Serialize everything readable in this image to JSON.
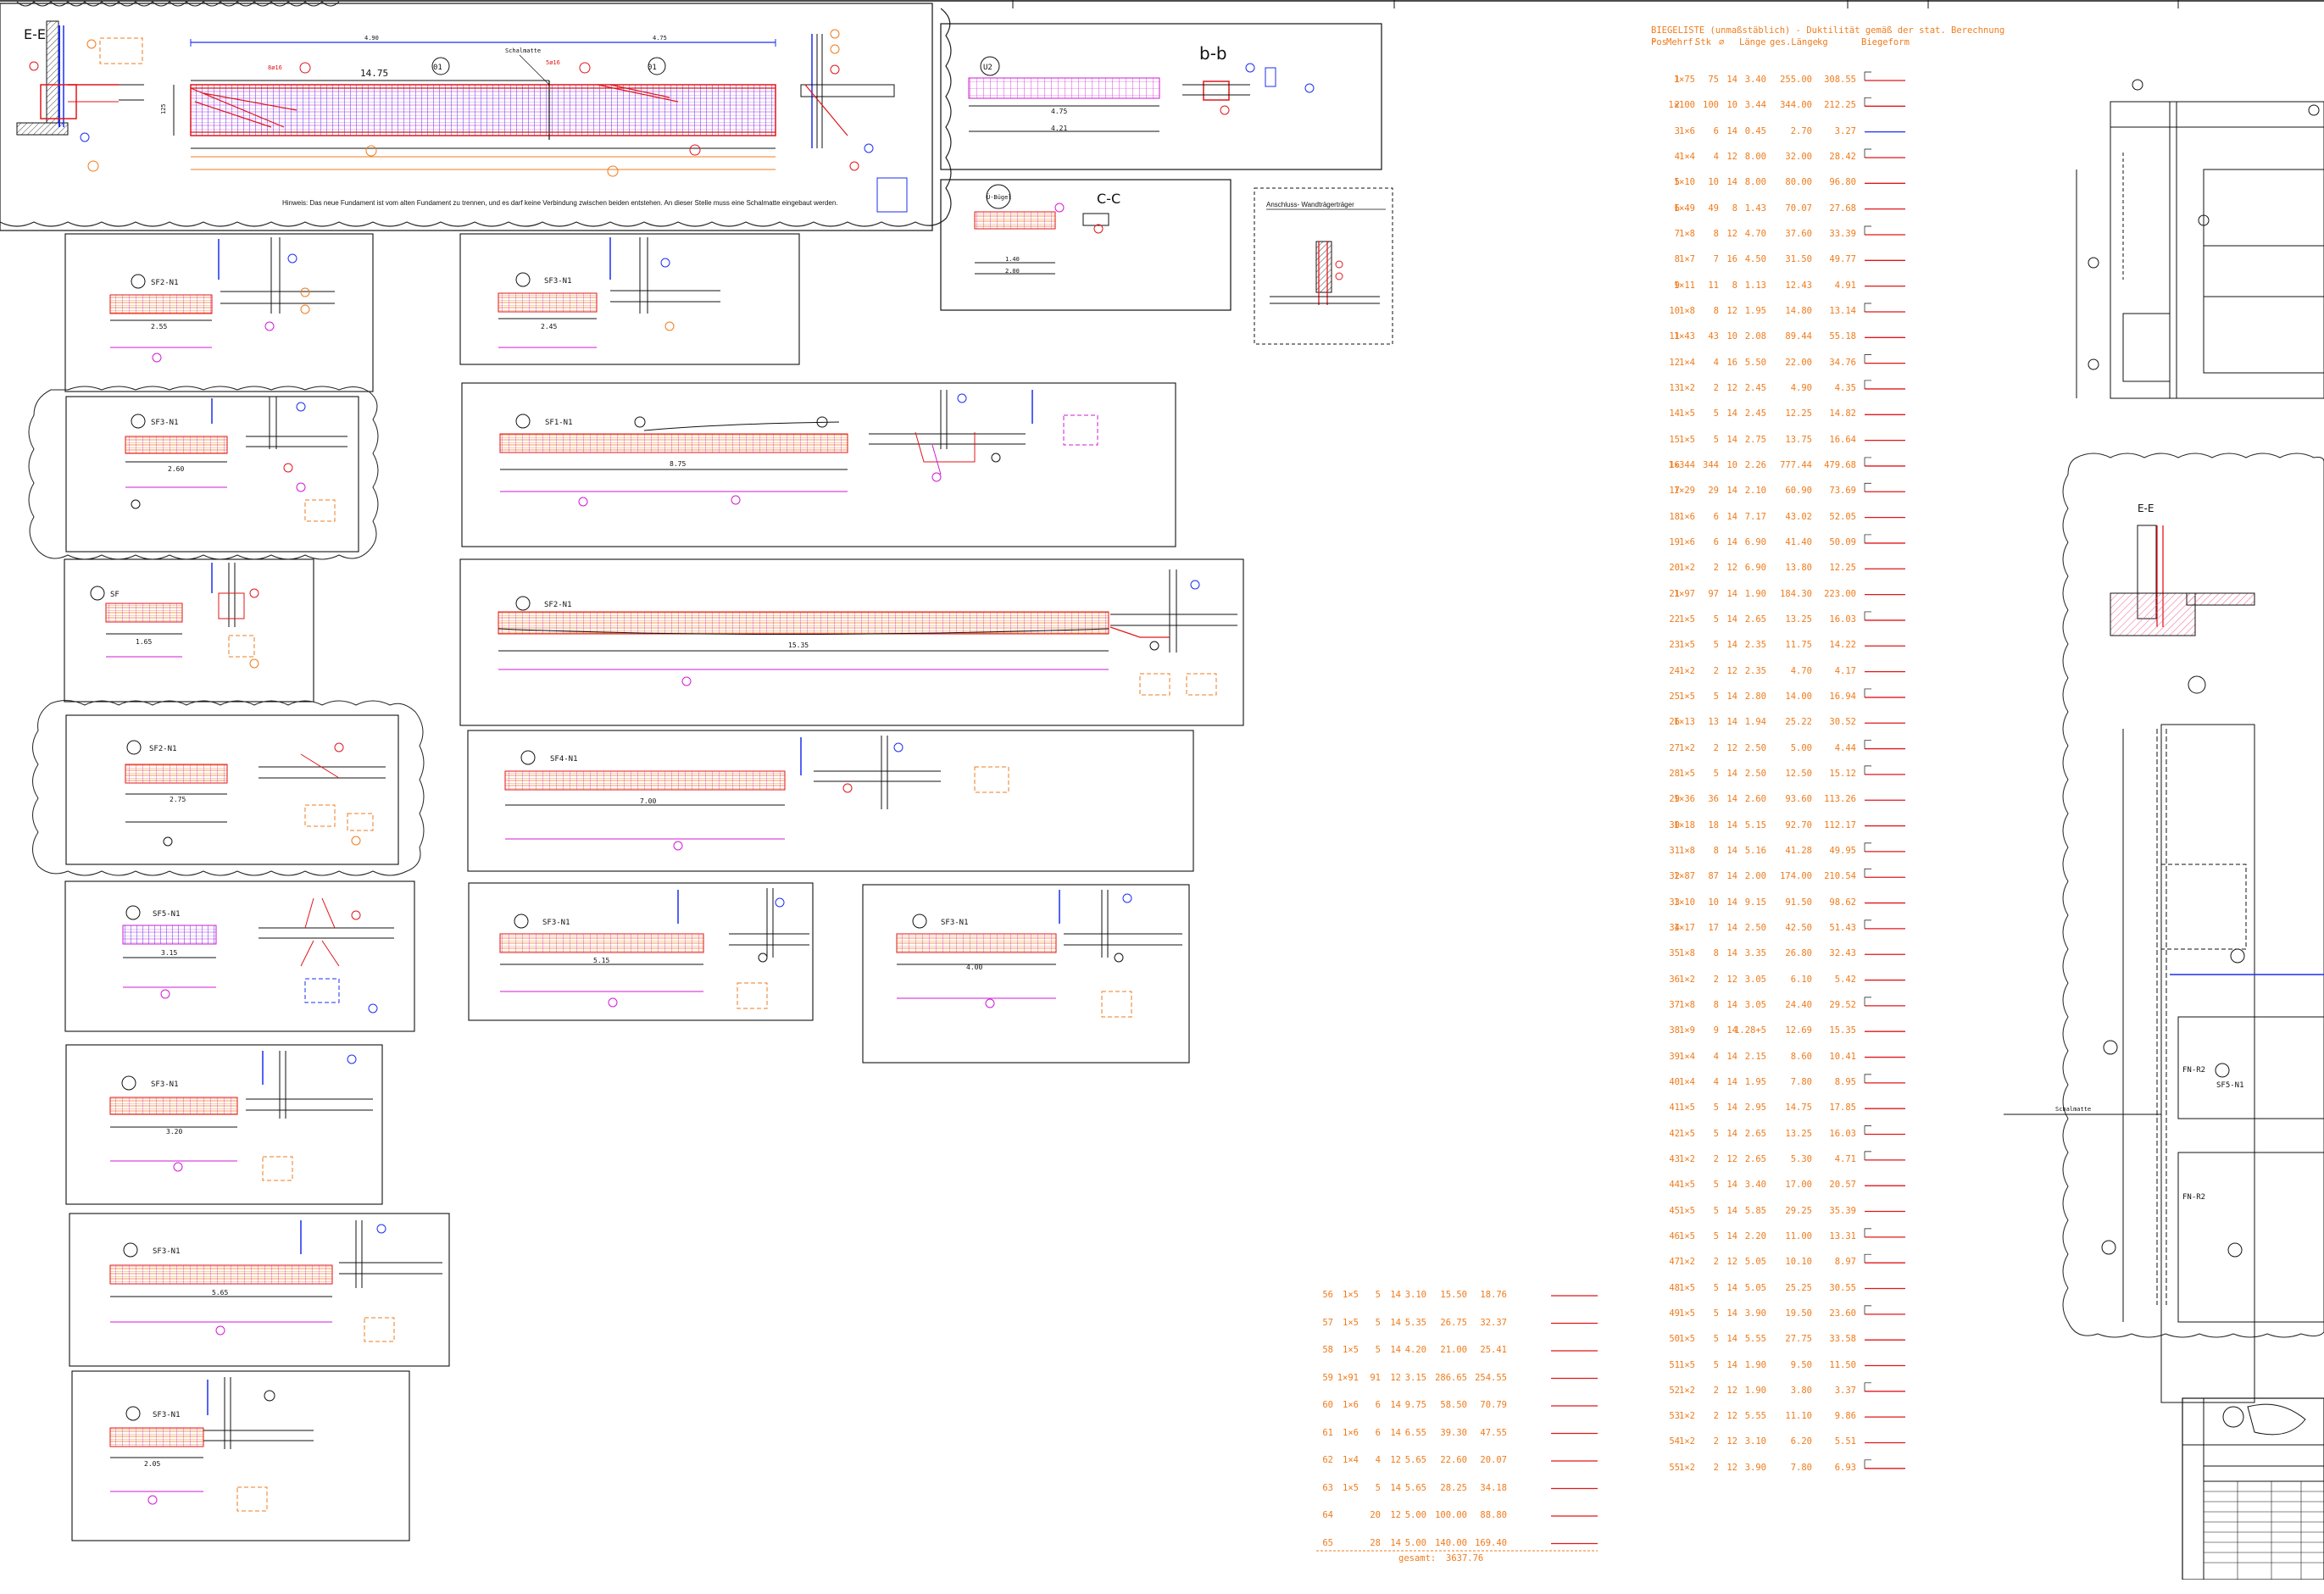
{
  "colors": {
    "line": "#111111",
    "rebar_red": "#e0161b",
    "stirrup_blue": "#1b2ff0",
    "mesh_magenta": "#d21ad6",
    "dim_orange": "#ef7b1c",
    "hatch_pink": "#f05a8c",
    "cloud": "#222222"
  },
  "drawing": {
    "section_ee_top": "E-E",
    "section_bb": "b-b",
    "section_cc": "C-C",
    "section_ee_right": "E-E",
    "label_schalmatte": "Schalmatte",
    "label_schalmatte_right": "Schalmatte",
    "top_dim_1": "14.75",
    "top_dim_2": "125",
    "hint": "Hinweis: Das neue Fundament ist vom alten Fundament zu trennen, und es darf keine Verbindung zwischen beiden entstehen. An dieser Stelle muss eine Schalmatte eingebaut werden.",
    "u2_label": "U2",
    "u2_dim_1": "4.75",
    "u2_dim_2": "4.21",
    "ubuegel_label": "Ü-Bügel",
    "ubuegel_dim_1": "1.40",
    "ubuegel_dim_2": "2.00",
    "anschluss_title": "Anschluss- Wandträgerträger",
    "fn_r2_a": "FN-R2",
    "fn_r2_b": "FN-R2",
    "sf5_right": "SF5-N1",
    "details": [
      {
        "id": "SF2-N1",
        "dim": "2.55"
      },
      {
        "id": "SF3-N1",
        "dim": "2.45"
      },
      {
        "id": "SF3-N1",
        "dim": "2.60"
      },
      {
        "id": "SF1-N1",
        "dim": "8.75"
      },
      {
        "id": "SF",
        "dim": "1.65"
      },
      {
        "id": "SF2-N1",
        "dim": "15.35"
      },
      {
        "id": "SF2-N1",
        "dim": "2.75"
      },
      {
        "id": "SF4-N1",
        "dim": "7.00"
      },
      {
        "id": "SF5-N1",
        "dim": "3.15"
      },
      {
        "id": "SF3-N1",
        "dim": "5.15"
      },
      {
        "id": "SF3-N1",
        "dim": "4.00"
      },
      {
        "id": "SF3-N1",
        "dim": "3.20"
      },
      {
        "id": "SF3-N1",
        "dim": "5.65"
      },
      {
        "id": "SF3-N1",
        "dim": "2.05"
      }
    ]
  },
  "biegeliste": {
    "title": "BIEGELISTE (unmaßstäblich) - Duktilität gemäß der stat. Berechnung -",
    "header": [
      "Pos",
      "Mehrf.",
      "Stk",
      "⌀",
      "Länge",
      "ges.Länge",
      "kg",
      "Biegeform"
    ],
    "rows": [
      [
        "1",
        "1×75",
        "75",
        "14",
        "3.40",
        "255.00",
        "308.55"
      ],
      [
        "2",
        "1×100",
        "100",
        "10",
        "3.44",
        "344.00",
        "212.25"
      ],
      [
        "3",
        "1×6",
        "6",
        "14",
        "0.45",
        "2.70",
        "3.27"
      ],
      [
        "4",
        "1×4",
        "4",
        "12",
        "8.00",
        "32.00",
        "28.42"
      ],
      [
        "5",
        "1×10",
        "10",
        "14",
        "8.00",
        "80.00",
        "96.80"
      ],
      [
        "6",
        "1×49",
        "49",
        "8",
        "1.43",
        "70.07",
        "27.68"
      ],
      [
        "7",
        "1×8",
        "8",
        "12",
        "4.70",
        "37.60",
        "33.39"
      ],
      [
        "8",
        "1×7",
        "7",
        "16",
        "4.50",
        "31.50",
        "49.77"
      ],
      [
        "9",
        "1×11",
        "11",
        "8",
        "1.13",
        "12.43",
        "4.91"
      ],
      [
        "10",
        "1×8",
        "8",
        "12",
        "1.95",
        "14.80",
        "13.14"
      ],
      [
        "11",
        "1×43",
        "43",
        "10",
        "2.08",
        "89.44",
        "55.18"
      ],
      [
        "12",
        "1×4",
        "4",
        "16",
        "5.50",
        "22.00",
        "34.76"
      ],
      [
        "13",
        "1×2",
        "2",
        "12",
        "2.45",
        "4.90",
        "4.35"
      ],
      [
        "14",
        "1×5",
        "5",
        "14",
        "2.45",
        "12.25",
        "14.82"
      ],
      [
        "15",
        "1×5",
        "5",
        "14",
        "2.75",
        "13.75",
        "16.64"
      ],
      [
        "16",
        "1×344",
        "344",
        "10",
        "2.26",
        "777.44",
        "479.68"
      ],
      [
        "17",
        "1×29",
        "29",
        "14",
        "2.10",
        "60.90",
        "73.69"
      ],
      [
        "18",
        "1×6",
        "6",
        "14",
        "7.17",
        "43.02",
        "52.05"
      ],
      [
        "19",
        "1×6",
        "6",
        "14",
        "6.90",
        "41.40",
        "50.09"
      ],
      [
        "20",
        "1×2",
        "2",
        "12",
        "6.90",
        "13.80",
        "12.25"
      ],
      [
        "21",
        "1×97",
        "97",
        "14",
        "1.90",
        "184.30",
        "223.00"
      ],
      [
        "22",
        "1×5",
        "5",
        "14",
        "2.65",
        "13.25",
        "16.03"
      ],
      [
        "23",
        "1×5",
        "5",
        "14",
        "2.35",
        "11.75",
        "14.22"
      ],
      [
        "24",
        "1×2",
        "2",
        "12",
        "2.35",
        "4.70",
        "4.17"
      ],
      [
        "25",
        "1×5",
        "5",
        "14",
        "2.80",
        "14.00",
        "16.94"
      ],
      [
        "26",
        "1×13",
        "13",
        "14",
        "1.94",
        "25.22",
        "30.52"
      ],
      [
        "27",
        "1×2",
        "2",
        "12",
        "2.50",
        "5.00",
        "4.44"
      ],
      [
        "28",
        "1×5",
        "5",
        "14",
        "2.50",
        "12.50",
        "15.12"
      ],
      [
        "29",
        "1×36",
        "36",
        "14",
        "2.60",
        "93.60",
        "113.26"
      ],
      [
        "30",
        "1×18",
        "18",
        "14",
        "5.15",
        "92.70",
        "112.17"
      ],
      [
        "31",
        "1×8",
        "8",
        "14",
        "5.16",
        "41.28",
        "49.95"
      ],
      [
        "32",
        "1×87",
        "87",
        "14",
        "2.00",
        "174.00",
        "210.54"
      ],
      [
        "33",
        "1×10",
        "10",
        "14",
        "9.15",
        "91.50",
        "98.62"
      ],
      [
        "34",
        "1×17",
        "17",
        "14",
        "2.50",
        "42.50",
        "51.43"
      ],
      [
        "35",
        "1×8",
        "8",
        "14",
        "3.35",
        "26.80",
        "32.43"
      ],
      [
        "36",
        "1×2",
        "2",
        "12",
        "3.05",
        "6.10",
        "5.42"
      ],
      [
        "37",
        "1×8",
        "8",
        "14",
        "3.05",
        "24.40",
        "29.52"
      ],
      [
        "38",
        "1×9",
        "9",
        "14",
        "1.28+5",
        "12.69",
        "15.35"
      ],
      [
        "39",
        "1×4",
        "4",
        "14",
        "2.15",
        "8.60",
        "10.41"
      ],
      [
        "40",
        "1×4",
        "4",
        "14",
        "1.95",
        "7.80",
        "8.95"
      ],
      [
        "41",
        "1×5",
        "5",
        "14",
        "2.95",
        "14.75",
        "17.85"
      ],
      [
        "42",
        "1×5",
        "5",
        "14",
        "2.65",
        "13.25",
        "16.03"
      ],
      [
        "43",
        "1×2",
        "2",
        "12",
        "2.65",
        "5.30",
        "4.71"
      ],
      [
        "44",
        "1×5",
        "5",
        "14",
        "3.40",
        "17.00",
        "20.57"
      ],
      [
        "45",
        "1×5",
        "5",
        "14",
        "5.85",
        "29.25",
        "35.39"
      ],
      [
        "46",
        "1×5",
        "5",
        "14",
        "2.20",
        "11.00",
        "13.31"
      ],
      [
        "47",
        "1×2",
        "2",
        "12",
        "5.05",
        "10.10",
        "8.97"
      ],
      [
        "48",
        "1×5",
        "5",
        "14",
        "5.05",
        "25.25",
        "30.55"
      ],
      [
        "49",
        "1×5",
        "5",
        "14",
        "3.90",
        "19.50",
        "23.60"
      ],
      [
        "50",
        "1×5",
        "5",
        "14",
        "5.55",
        "27.75",
        "33.58"
      ],
      [
        "51",
        "1×5",
        "5",
        "14",
        "1.90",
        "9.50",
        "11.50"
      ],
      [
        "52",
        "1×2",
        "2",
        "12",
        "1.90",
        "3.80",
        "3.37"
      ],
      [
        "53",
        "1×2",
        "2",
        "12",
        "5.55",
        "11.10",
        "9.86"
      ],
      [
        "54",
        "1×2",
        "2",
        "12",
        "3.10",
        "6.20",
        "5.51"
      ],
      [
        "55",
        "1×2",
        "2",
        "12",
        "3.90",
        "7.80",
        "6.93"
      ]
    ],
    "rows_b": [
      [
        "56",
        "1×5",
        "5",
        "14",
        "3.10",
        "15.50",
        "18.76"
      ],
      [
        "57",
        "1×5",
        "5",
        "14",
        "5.35",
        "26.75",
        "32.37"
      ],
      [
        "58",
        "1×5",
        "5",
        "14",
        "4.20",
        "21.00",
        "25.41"
      ],
      [
        "59",
        "1×91",
        "91",
        "12",
        "3.15",
        "286.65",
        "254.55"
      ],
      [
        "60",
        "1×6",
        "6",
        "14",
        "9.75",
        "58.50",
        "70.79"
      ],
      [
        "61",
        "1×6",
        "6",
        "14",
        "6.55",
        "39.30",
        "47.55"
      ],
      [
        "62",
        "1×4",
        "4",
        "12",
        "5.65",
        "22.60",
        "20.07"
      ],
      [
        "63",
        "1×5",
        "5",
        "14",
        "5.65",
        "28.25",
        "34.18"
      ],
      [
        "64",
        "",
        "20",
        "12",
        "5.00",
        "100.00",
        "88.80"
      ],
      [
        "65",
        "",
        "28",
        "14",
        "5.00",
        "140.00",
        "169.40"
      ]
    ],
    "total_label": "gesamt:",
    "total_value": "3637.76"
  }
}
